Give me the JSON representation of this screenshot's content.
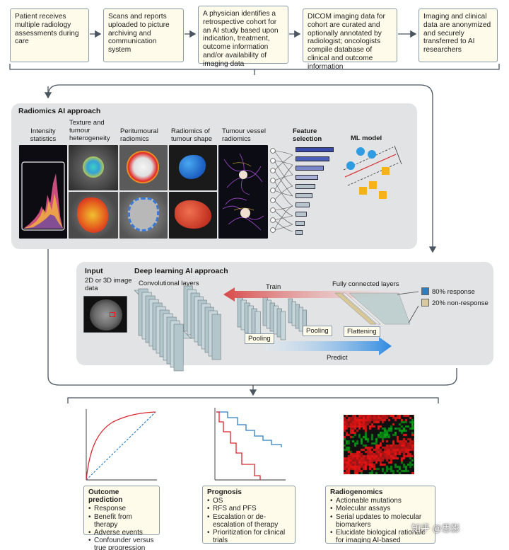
{
  "workflow": {
    "steps": [
      "Patient receives multiple radiology assessments during care",
      "Scans and reports uploaded to picture archiving and communication system",
      "A physician identifies a retrospective cohort for an AI study based upon indication, treatment, outcome information and/or availability of imaging data",
      "DICOM imaging data for cohort are curated and optionally annotated by radiologist; oncologists compile database of clinical and outcome information",
      "Imaging and clinical data are anonymized and securely transferred to AI researchers"
    ]
  },
  "radiomics": {
    "title": "Radiomics AI approach",
    "labels": {
      "intensity": "Intensity statistics",
      "texture": "Texture and tumour heterogeneity",
      "peritumoural": "Peritumoural radiomics",
      "shape": "Radiomics of tumour shape",
      "vessel": "Tumour vessel radiomics",
      "feature_selection": "Feature selection",
      "ml_model": "ML model"
    }
  },
  "deep_learning": {
    "title": "Deep learning AI approach",
    "input_title": "Input",
    "input_sub": "2D or 3D image data",
    "conv_layers": "Convolutional layers",
    "train": "Train",
    "predict": "Predict",
    "fc_layers": "Fully connected layers",
    "pooling_1": "Pooling",
    "pooling_2": "Pooling",
    "flattening": "Flattening",
    "legend": [
      {
        "label": "80% response",
        "color": "#2c7fc2"
      },
      {
        "label": "20% non-response",
        "color": "#d9c9a0"
      }
    ]
  },
  "outputs": [
    {
      "title": "Outcome prediction",
      "items": [
        "Response",
        "Benefit from therapy",
        "Adverse events",
        "Confounder versus true progression"
      ]
    },
    {
      "title": "Prognosis",
      "items": [
        "OS",
        "RFS and PFS",
        "Escalation or de-escalation of therapy",
        "Prioritization for clinical trials"
      ]
    },
    {
      "title": "Radiogenomics",
      "items": [
        "Actionable mutations",
        "Molecular assays",
        "Serial updates to molecular biomarkers",
        "Elucidate biological rationale for imaging AI-based biomarkers"
      ]
    }
  ],
  "watermark": "知乎 @思影",
  "colors": {
    "step_fill": "#fffbea",
    "panel_fill": "#e2e3e4",
    "feature_bar": "#4a5fb5",
    "ml_blue": "#2f9be0",
    "ml_orange": "#f5b21a",
    "survival_red": "#d8262e",
    "survival_blue": "#2f7fc1"
  }
}
